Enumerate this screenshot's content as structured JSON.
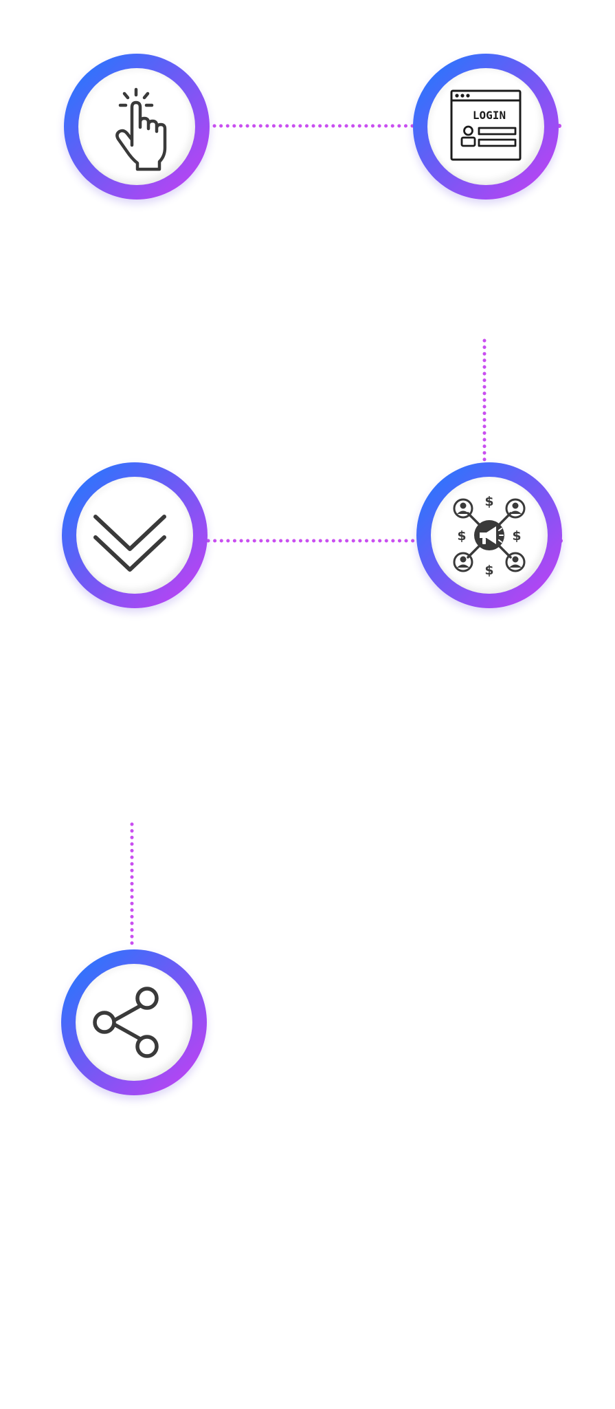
{
  "flow": {
    "connector_color": "#c94ff0",
    "ring_gradient": [
      "#1a7cff",
      "#6a5cf5",
      "#c93ff2"
    ],
    "icon_color": "#3a3a3a",
    "nodes": [
      {
        "id": "click",
        "icon": "hand-pointer-icon"
      },
      {
        "id": "login",
        "icon": "login-window-icon",
        "text": "LOGIN"
      },
      {
        "id": "marketing",
        "icon": "affiliate-marketing-megaphone-icon"
      },
      {
        "id": "downloads",
        "icon": "double-chevron-down-icon"
      },
      {
        "id": "share",
        "icon": "share-icon"
      }
    ]
  }
}
